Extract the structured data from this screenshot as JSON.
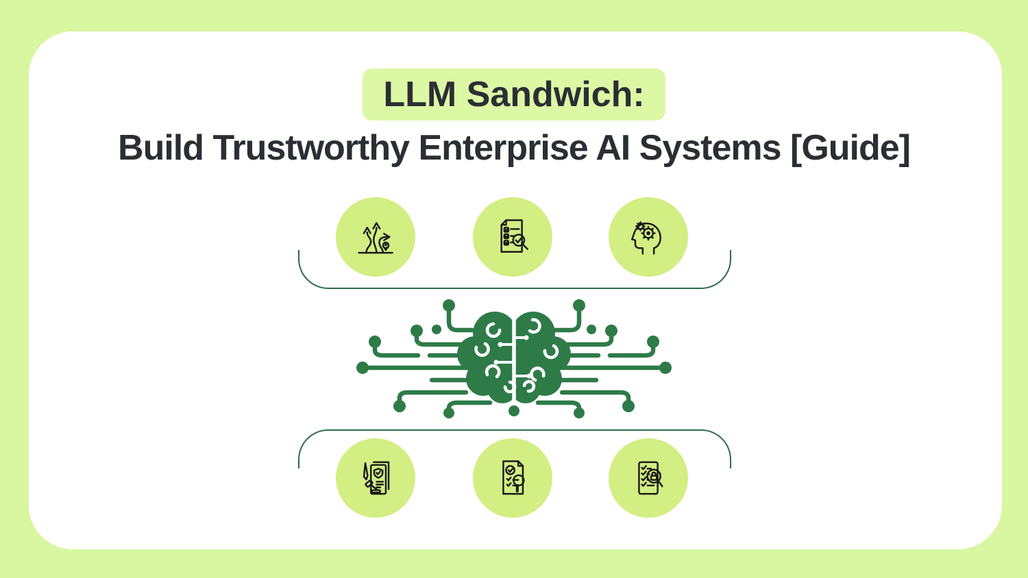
{
  "header": {
    "highlight_text": "LLM Sandwich:",
    "subtitle": "Build Trustworthy Enterprise AI Systems [Guide]"
  },
  "icons": {
    "top": [
      {
        "name": "branching-paths-pin-icon"
      },
      {
        "name": "checklist-magnifier-check-icon"
      },
      {
        "name": "head-gears-icon"
      }
    ],
    "bottom": [
      {
        "name": "compliance-document-gavel-shield-icon"
      },
      {
        "name": "document-check-magnifier-icon"
      },
      {
        "name": "checklist-magnifier-lock-icon"
      }
    ]
  },
  "illustration": {
    "name": "brain-circuit-illustration"
  },
  "colors": {
    "frame_lime": "#D9F6A1",
    "card_white": "#FFFFFF",
    "highlight_lime": "#DCF8A5",
    "icon_circle_lime": "#D3EE83",
    "heading_text": "#2B2E33",
    "bracket_green": "#2F6B4C",
    "brain_green": "#2E7B48",
    "icon_stroke": "#1A1A1A"
  }
}
